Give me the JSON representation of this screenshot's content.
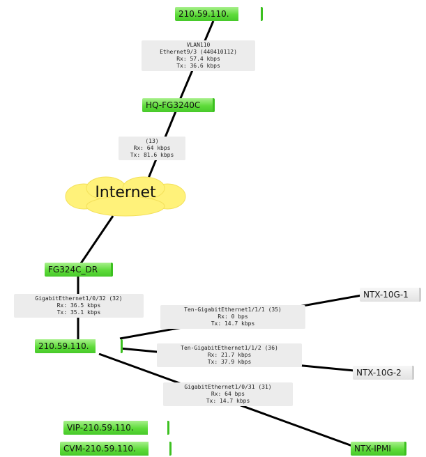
{
  "nodes": {
    "top_switch": "210.59.110.",
    "hq_firewall": "HQ-FG3240C",
    "internet": "Internet",
    "dr_firewall": "FG324C_DR",
    "core_switch": "210.59.110.",
    "ntx_10g_1": "NTX-10G-1",
    "ntx_10g_2": "NTX-10G-2",
    "ntx_ipmi": "NTX-IPMI",
    "vip": "VIP-210.59.110.",
    "cvm": "CVM-210.59.110."
  },
  "links": {
    "top_hq": [
      "VLAN110",
      "Ethernet9/3 (440410112)",
      "Rx: 57.4 kbps",
      "Tx: 36.6 kbps"
    ],
    "hq_internet": [
      "(13)",
      "Rx: 64 kbps",
      "Tx: 81.6 kbps"
    ],
    "dr_core": [
      "GigabitEthernet1/0/32 (32)",
      "Rx: 36.5 kbps",
      "Tx: 35.1 kbps"
    ],
    "core_10g1": [
      "Ten-GigabitEthernet1/1/1 (35)",
      "Rx: 0 bps",
      "Tx: 14.7 kbps"
    ],
    "core_10g2": [
      "Ten-GigabitEthernet1/1/2 (36)",
      "Rx: 21.7 kbps",
      "Tx: 37.9 kbps"
    ],
    "core_ipmi": [
      "GigabitEthernet1/0/31 (31)",
      "Rx: 64 bps",
      "Tx: 14.7 kbps"
    ]
  },
  "colors": {
    "node_up": "#5edb3a",
    "node_plain": "#e2e2e2",
    "link": "#000000",
    "label_bg": "#ececec",
    "cloud": "#fff27a"
  }
}
